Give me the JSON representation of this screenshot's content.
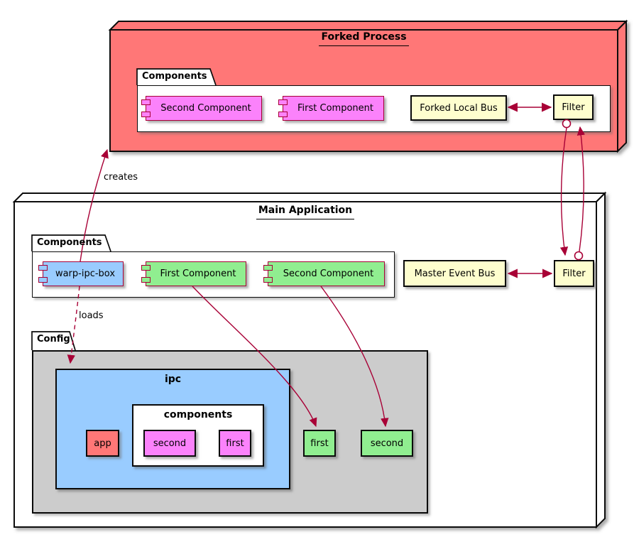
{
  "colors": {
    "node_red": "#FF7777",
    "component_magenta": "#FB82FB",
    "component_green": "#90EE90",
    "component_blue": "#99CCFF",
    "bus_yellow": "#FEFECE",
    "config_gray": "#CCCCCC",
    "arrow_maroon": "#A80036",
    "border_black": "#0a0a0a"
  },
  "forked_process": {
    "title": "Forked Process",
    "package_label": "Components",
    "components": [
      {
        "label": "Second Component"
      },
      {
        "label": "First Component"
      }
    ],
    "bus_label": "Forked Local Bus",
    "filter_label": "Filter"
  },
  "main_application": {
    "title": "Main Application",
    "package_label": "Components",
    "components": [
      {
        "label": "warp-ipc-box"
      },
      {
        "label": "First Component"
      },
      {
        "label": "Second Component"
      }
    ],
    "bus_label": "Master Event Bus",
    "filter_label": "Filter"
  },
  "config": {
    "package_label": "Config",
    "ipc_title": "ipc",
    "app_label": "app",
    "components_box_title": "components",
    "ipc_component_items": [
      {
        "label": "second"
      },
      {
        "label": "first"
      }
    ],
    "target_items": [
      {
        "label": "first"
      },
      {
        "label": "second"
      }
    ]
  },
  "edge_labels": {
    "creates": "creates",
    "loads": "loads"
  }
}
